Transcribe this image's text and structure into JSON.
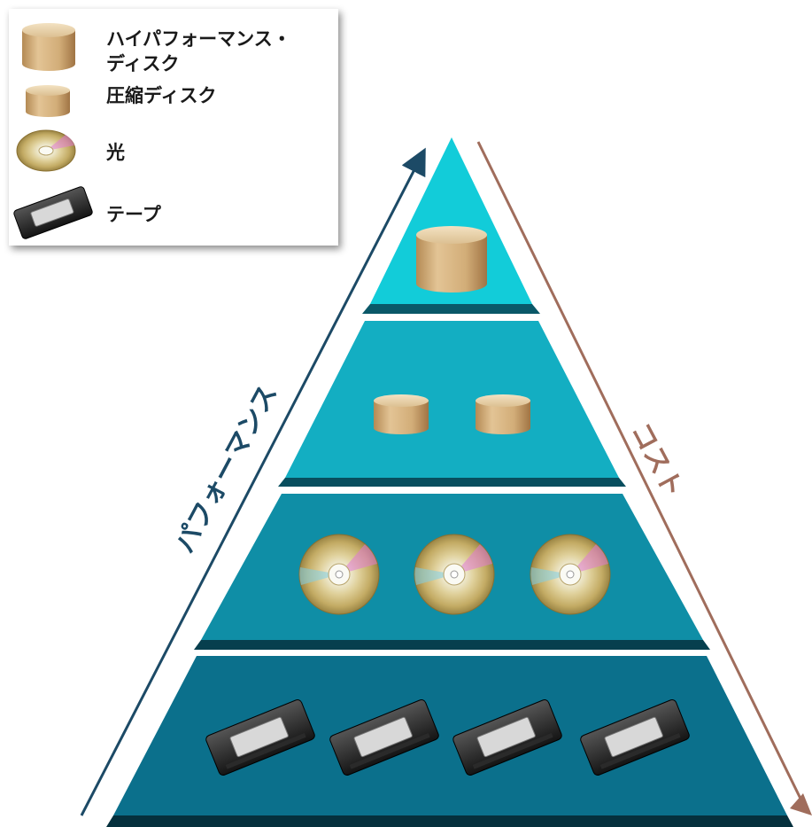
{
  "legend": {
    "high_performance_disk": "ハイパフォーマンス・ディスク",
    "high_performance_disk_line1": "ハイパフォーマンス・",
    "high_performance_disk_line2": "ディスク",
    "compressed_disk": "圧縮ディスク",
    "optical": "光",
    "tape": "テープ"
  },
  "axes": {
    "performance_label": "パフォーマンス",
    "cost_label": "コスト",
    "performance_color": "#1c4a66",
    "cost_color": "#a06d5c"
  },
  "tiers": [
    {
      "level": 1,
      "media": "high-performance-disk",
      "count": 1,
      "color": "#12ccd9"
    },
    {
      "level": 2,
      "media": "compressed-disk",
      "count": 2,
      "color": "#13aec2"
    },
    {
      "level": 3,
      "media": "optical",
      "count": 3,
      "color": "#0f8ea6"
    },
    {
      "level": 4,
      "media": "tape",
      "count": 4,
      "color": "#0b708c"
    }
  ]
}
